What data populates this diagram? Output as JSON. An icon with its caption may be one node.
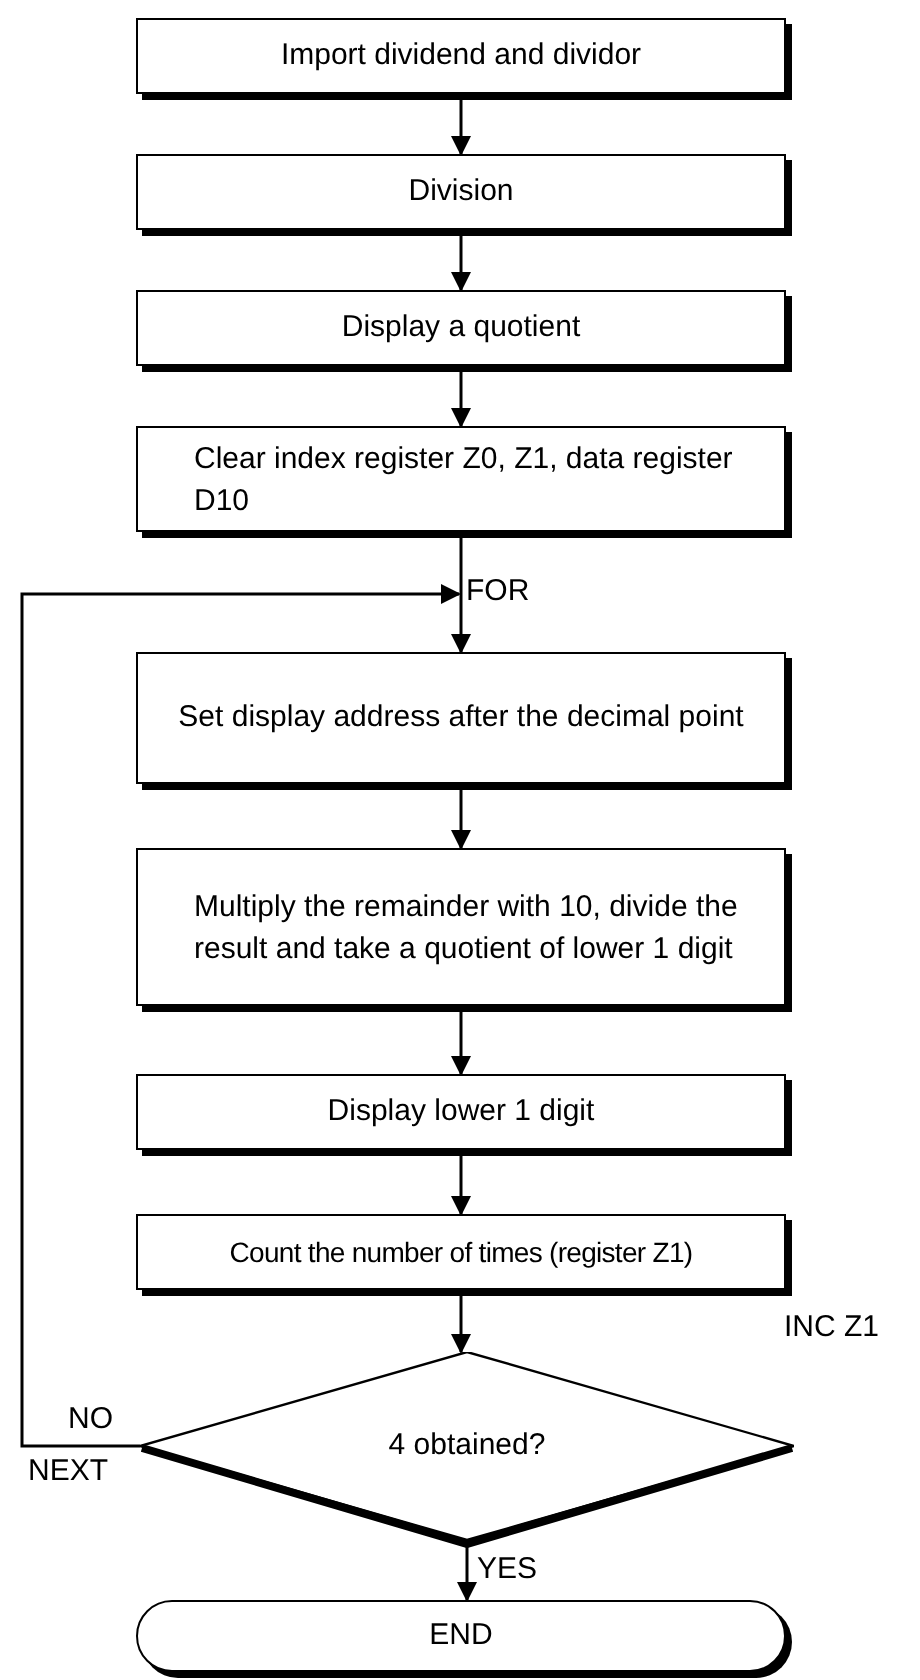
{
  "diagram": {
    "nodes": [
      {
        "text": [
          "Import dividend and dividor"
        ]
      },
      {
        "text": [
          "Division"
        ]
      },
      {
        "text": [
          "Display a quotient"
        ]
      },
      {
        "text": [
          "Clear index register Z0, Z1, data register D10"
        ]
      },
      {
        "text": [
          "Set display address after the decimal point"
        ]
      },
      {
        "text": [
          "Multiply the remainder with 10, divide the result and take a quotient of lower 1 digit"
        ]
      },
      {
        "text": [
          "Display lower 1 digit"
        ]
      },
      {
        "text": [
          "Count the number of times (register Z1)"
        ],
        "beside": [
          "INC Z1"
        ]
      },
      {
        "text": [
          "4 obtained?"
        ]
      },
      {
        "text": [
          "END"
        ]
      }
    ],
    "edges": [
      {
        "from": 0,
        "to": 1,
        "arrow": "to"
      },
      {
        "from": 1,
        "to": 2,
        "arrow": "to"
      },
      {
        "from": 2,
        "to": 3,
        "arrow": "to"
      },
      {
        "from": 3,
        "to": 4,
        "arrow": "to"
      },
      {
        "from": 4,
        "to": 5,
        "arrow": "to"
      },
      {
        "from": 5,
        "to": 6,
        "arrow": "to"
      },
      {
        "from": 6,
        "to": 7,
        "arrow": "to"
      },
      {
        "from": 7,
        "to": 8,
        "arrow": "to"
      },
      {
        "from": 8,
        "to": 4,
        "arrow": "to",
        "label": "NO"
      },
      {
        "from": 8,
        "to": 9,
        "arrow": "to",
        "label": "YES"
      }
    ],
    "labels": [
      "FOR",
      "NEXT"
    ]
  }
}
